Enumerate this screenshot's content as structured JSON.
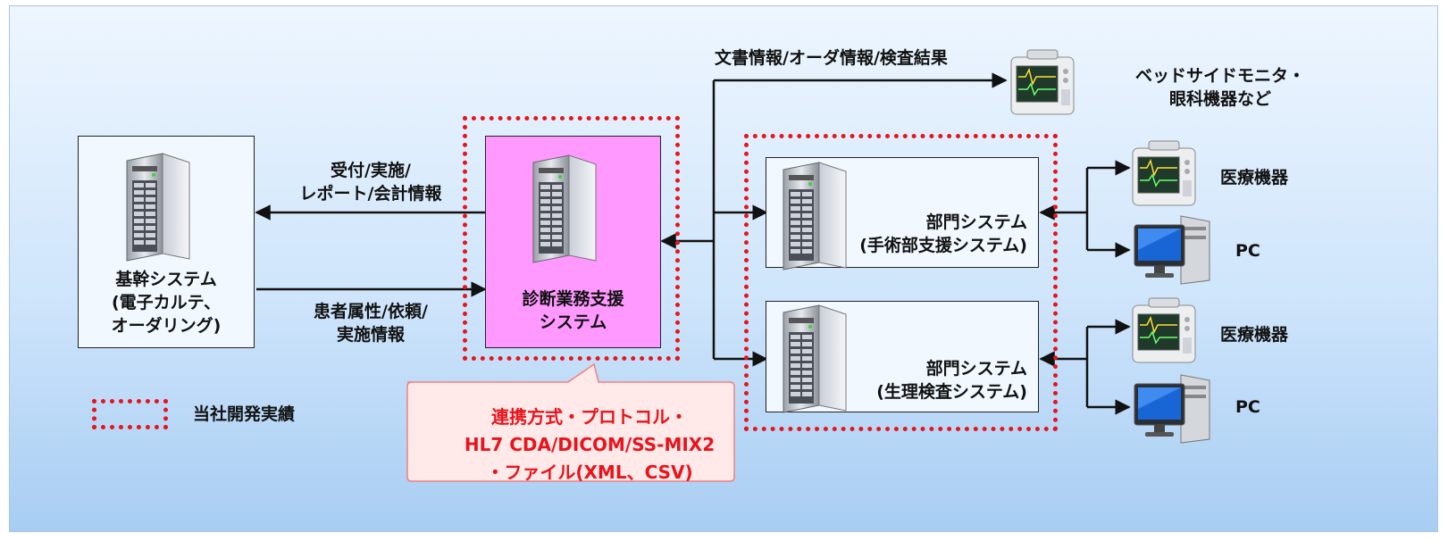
{
  "nodes": {
    "core_system": {
      "line1": "基幹システム",
      "line2": "(電子カルテ、",
      "line3": "オーダリング)"
    },
    "diagnostic_support": {
      "line1": "診断業務支援",
      "line2": "システム"
    },
    "dept_surgery": {
      "line1": "部門システム",
      "line2": "(手術部支援システム)"
    },
    "dept_physio": {
      "line1": "部門システム",
      "line2": "(生理検査システム)"
    },
    "bedside": {
      "line1": "ベッドサイドモニタ・",
      "line2": "眼科機器など"
    },
    "device1": {
      "label": "医療機器"
    },
    "pc1": {
      "label": "PC"
    },
    "device2": {
      "label": "医療機器"
    },
    "pc2": {
      "label": "PC"
    }
  },
  "edges": {
    "to_core": {
      "line1": "受付/実施/",
      "line2": "レポート/会計情報"
    },
    "from_core": {
      "line1": "患者属性/依頼/",
      "line2": "実施情報"
    },
    "to_bedside": {
      "label": "文書情報/オーダ情報/検査結果"
    }
  },
  "legend": {
    "label": "当社開発実績"
  },
  "callout": {
    "line1": "連携方式・プロトコル・",
    "line2": "HL7 CDA/DICOM/SS-MIX2",
    "line3": "・ファイル(XML、CSV)"
  },
  "colors": {
    "highlight_dashed": "#e8141c",
    "diagnostic_box_fill": "#ff99ff",
    "callout_fill": "#ffe9e9",
    "callout_text": "#e8141c"
  }
}
